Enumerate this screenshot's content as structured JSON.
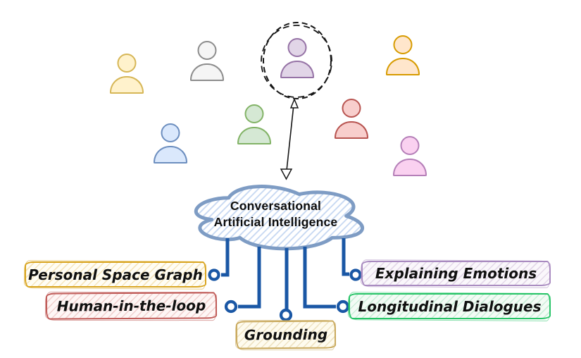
{
  "diagram": {
    "title": "Conversational AI overview figure",
    "cloud": {
      "label": [
        "Conversational",
        "Artificial Intelligence"
      ],
      "border_color": "#7E9CC4",
      "hatch_color": "#C5D7F2",
      "fill_color": "#FFFFFF"
    },
    "persons": [
      {
        "name": "yellow-person-icon",
        "fill": "#FFF2CC",
        "stroke": "#D6B656"
      },
      {
        "name": "gray-person-icon",
        "fill": "#F5F5F5",
        "stroke": "#8C8C8C"
      },
      {
        "name": "purple-person-icon-highlighted",
        "fill": "#E1D5E7",
        "stroke": "#9673A6"
      },
      {
        "name": "blue-person-icon",
        "fill": "#DAE8FC",
        "stroke": "#6C8EBF"
      },
      {
        "name": "green-person-icon",
        "fill": "#D5E8D4",
        "stroke": "#82B366"
      },
      {
        "name": "orange-person-icon",
        "fill": "#FFE6CC",
        "stroke": "#D79B00"
      },
      {
        "name": "red-person-icon",
        "fill": "#F8CECC",
        "stroke": "#B85450"
      },
      {
        "name": "pink-person-icon",
        "fill": "#FAD1F0",
        "stroke": "#B57FB8"
      }
    ],
    "annotations": {
      "selection_circle": "hand-drawn dashed circle highlighting one user",
      "arrow": "double-headed arrow from highlighted user to cloud"
    },
    "connector_color": "#1A57A5",
    "topics": [
      {
        "label": "Personal Space Graph",
        "border_color": "#D9A521"
      },
      {
        "label": "Human-in-the-loop",
        "border_color": "#C05B58"
      },
      {
        "label": "Grounding",
        "border_color": "#C9A95C"
      },
      {
        "label": "Explaining Emotions",
        "border_color": "#A98BC0"
      },
      {
        "label": "Longitudinal Dialogues",
        "border_color": "#27C467"
      }
    ]
  }
}
